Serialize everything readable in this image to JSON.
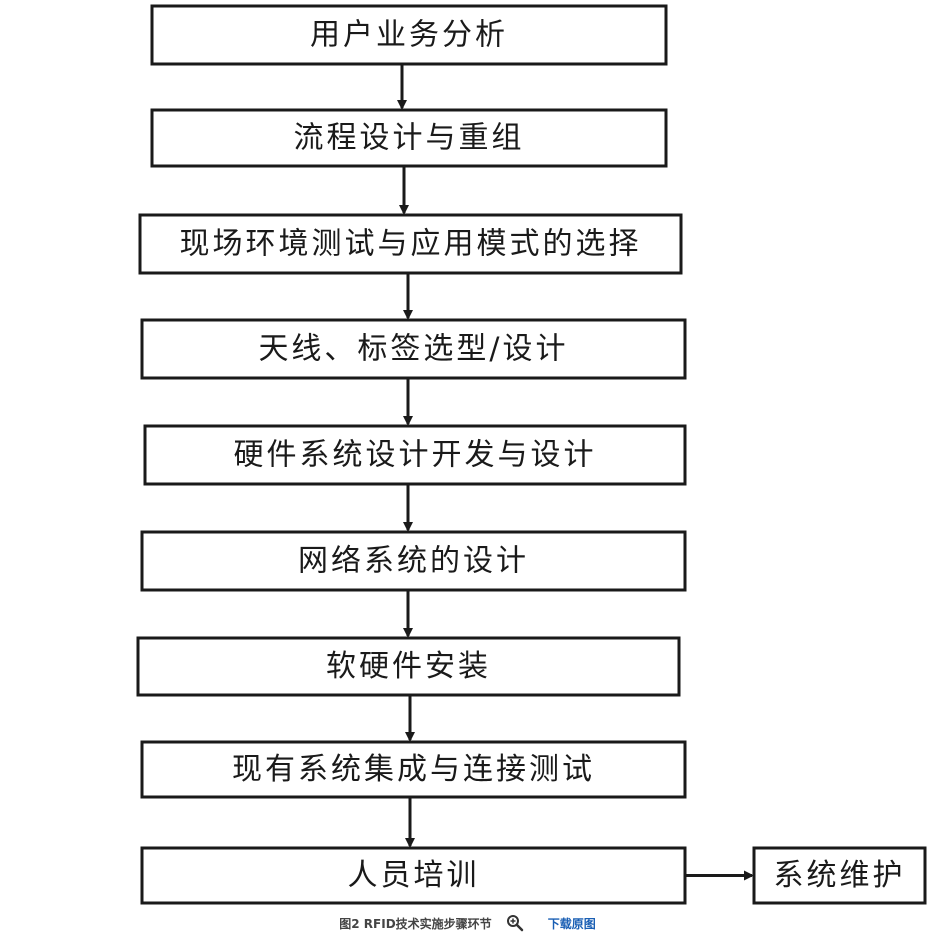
{
  "diagram": {
    "steps": [
      "用户业务分析",
      "流程设计与重组",
      "现场环境测试与应用模式的选择",
      "天线、标签选型/设计",
      "硬件系统设计开发与设计",
      "网络系统的设计",
      "软硬件安装",
      "现有系统集成与连接测试",
      "人员培训"
    ],
    "side_step": "系统维护",
    "colors": {
      "stroke": "#1a1a1a",
      "text": "#1a1a1a",
      "background": "#ffffff"
    }
  },
  "caption": {
    "text": "图2 RFID技术实施步骤环节",
    "zoom_icon": "magnifier-plus-icon",
    "download_label": "下载原图",
    "link_color": "#1a5fb4"
  }
}
